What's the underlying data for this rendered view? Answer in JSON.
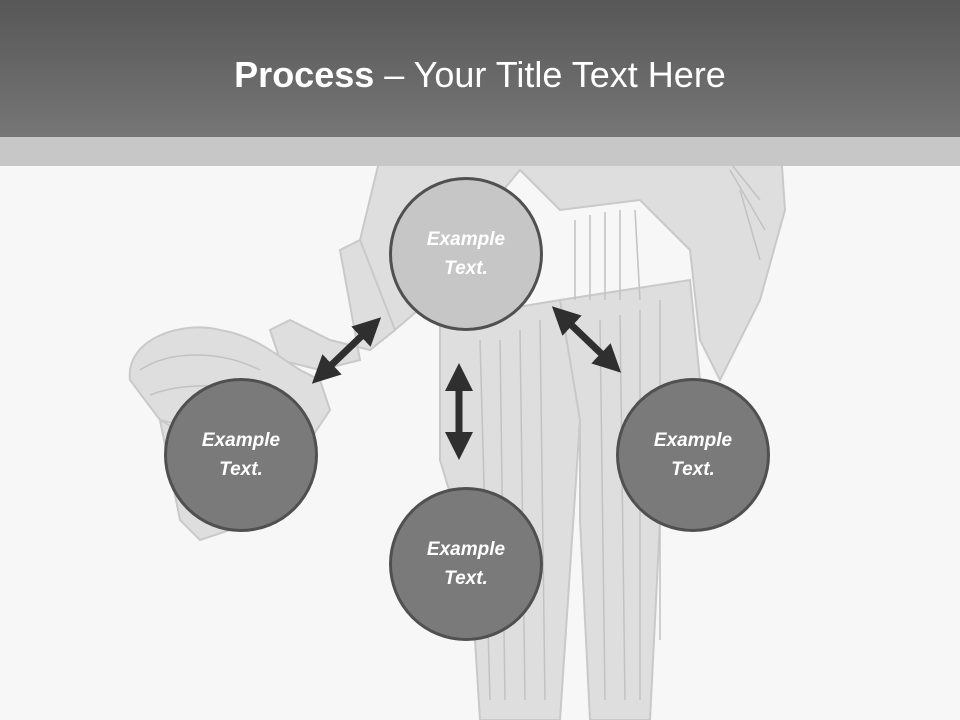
{
  "title": {
    "bold": "Process",
    "rest": " – Your Title Text Here"
  },
  "nodes": [
    {
      "line1": "Example",
      "line2": "Text."
    },
    {
      "line1": "Example",
      "line2": "Text."
    },
    {
      "line1": "Example",
      "line2": "Text."
    },
    {
      "line1": "Example",
      "line2": "Text."
    }
  ],
  "colors": {
    "header": "#6a6a6a",
    "stripe": "#c7c7c7",
    "circle_light": "#c6c6c6",
    "circle_dark": "#7a7a7a",
    "arrow": "#2f2f2f"
  }
}
